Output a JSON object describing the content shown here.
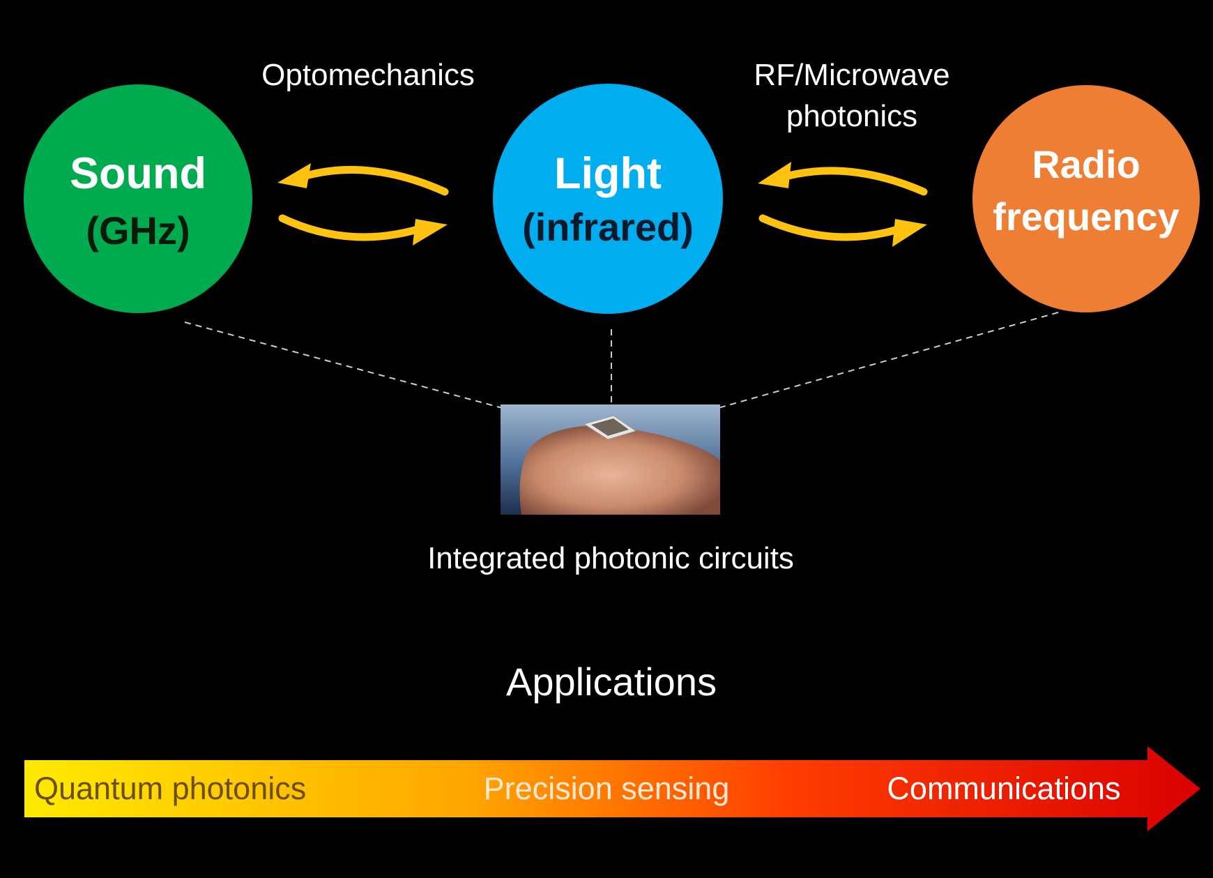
{
  "diagram": {
    "nodes": {
      "sound": {
        "title": "Sound",
        "subtitle": "(GHz)",
        "color": "#00AA4F",
        "subtitle_color": "#0B1A0B"
      },
      "light": {
        "title": "Light",
        "subtitle": "(infrared)",
        "color": "#00ADEF",
        "subtitle_color": "#0B1A2A"
      },
      "radio": {
        "line1": "Radio",
        "line2": "frequency",
        "color": "#EE7E33"
      }
    },
    "links": {
      "optomechanics_label": "Optomechanics",
      "rf_label_line1": "RF/Microwave",
      "rf_label_line2": "photonics",
      "arrow_color": "#FFC20E"
    },
    "chip": {
      "caption": "Integrated photonic circuits"
    },
    "applications": {
      "heading": "Applications",
      "items": [
        "Quantum photonics",
        "Precision sensing",
        "Communications"
      ],
      "item_colors": [
        "#6B4E12",
        "#FFE9D2",
        "#FFFFFF"
      ],
      "gradient": [
        "#FFEA00",
        "#FFA500",
        "#FF3D00",
        "#D90000"
      ]
    }
  }
}
